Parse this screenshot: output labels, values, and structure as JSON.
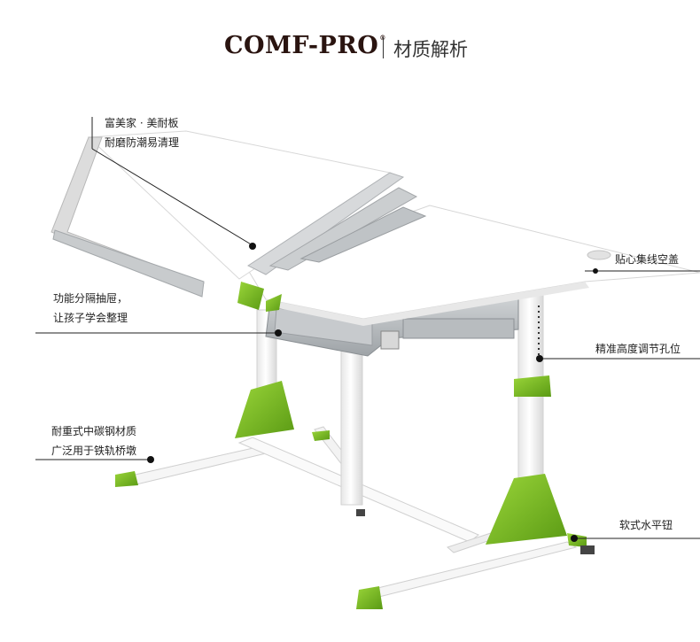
{
  "header": {
    "brand": "COMF-PRO",
    "registered_mark": "®",
    "title": "材质解析"
  },
  "callouts": {
    "top_board": [
      "富美家 · 美耐板",
      "耐磨防潮易清理"
    ],
    "drawer": [
      "功能分隔抽屉，",
      "让孩子学会整理"
    ],
    "base": [
      "耐重式中碳钢材质",
      "广泛用于铁轨桥墩"
    ],
    "cable_hole": "贴心集线空盖",
    "height_holes": "精准高度调节孔位",
    "foot": "软式水平钮"
  },
  "colors": {
    "accent_green": "#7ab82a",
    "frame_white": "#f2f2f2",
    "tray_gray": "#bfc3c6",
    "line": "#222222"
  }
}
